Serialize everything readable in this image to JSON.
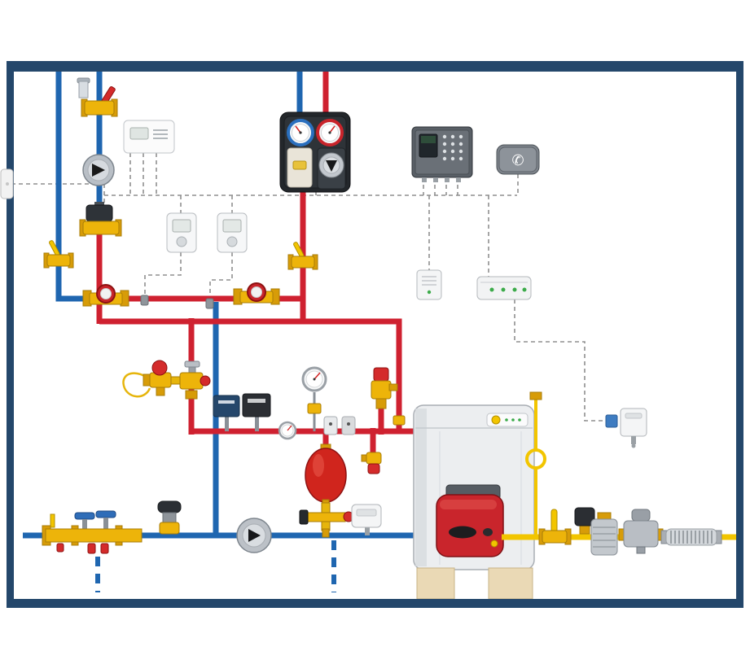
{
  "diagram": {
    "type": "heating-system-installation-schematic",
    "colors": {
      "frame": "#24476b",
      "hot_pipe": "#cf2130",
      "cold_pipe": "#1f66b0",
      "gas_pipe": "#f2c500",
      "wire": "#8f8f8f",
      "brass": "#edb40a",
      "brass_dark": "#d79c08",
      "valve_red": "#d42b2b",
      "burner_red": "#c9252c",
      "vessel_red": "#d0251d",
      "boiler_body": "#eceef0",
      "base_block": "#ead9b5",
      "led_green": "#3cab4a"
    },
    "icons": {
      "phone_glyph": "✆"
    },
    "components": [
      "wall-frame",
      "wall-socket",
      "automatic-air-vent",
      "shut-off-valve-red-lever",
      "room-thermostat",
      "circulation-pump",
      "motorized-zone-valve",
      "heat-cost-allocator-1",
      "heat-cost-allocator-2",
      "ball-valve-cold-riser",
      "ball-valve-hot-riser",
      "hot-water-meter-1",
      "hot-water-meter-2",
      "pipe-temperature-sensor-1",
      "pipe-temperature-sensor-2",
      "pump-station-with-gauges",
      "pressure-gauge-blue",
      "pressure-gauge-red",
      "boiler-control-panel",
      "telephone-module",
      "wireless-room-sensor",
      "zone-led-module",
      "thermostatic-mixing-valve",
      "capillary-sensor-loop",
      "balancing-valve",
      "pump-controller-navy",
      "pump-controller-black",
      "manometer-upper",
      "manometer-lower",
      "immersion-thermostat-well-1",
      "immersion-thermostat-well-2",
      "safety-valve",
      "drain-air-valve",
      "check-valve-fitting",
      "expansion-vessel",
      "filling-valve-group",
      "water-meter-box",
      "boiler",
      "burner",
      "boiler-base-blocks",
      "gas-riser-loop",
      "outdoor-temperature-sensor",
      "sensor-plug",
      "inlet-manifold-group",
      "pressure-reducer",
      "return-circulation-pump",
      "gas-ball-valve",
      "gas-thermal-shutoff",
      "gas-filter",
      "gas-pressure-regulator",
      "gas-flex-hose",
      "drain-line-left",
      "drain-line-center"
    ]
  }
}
